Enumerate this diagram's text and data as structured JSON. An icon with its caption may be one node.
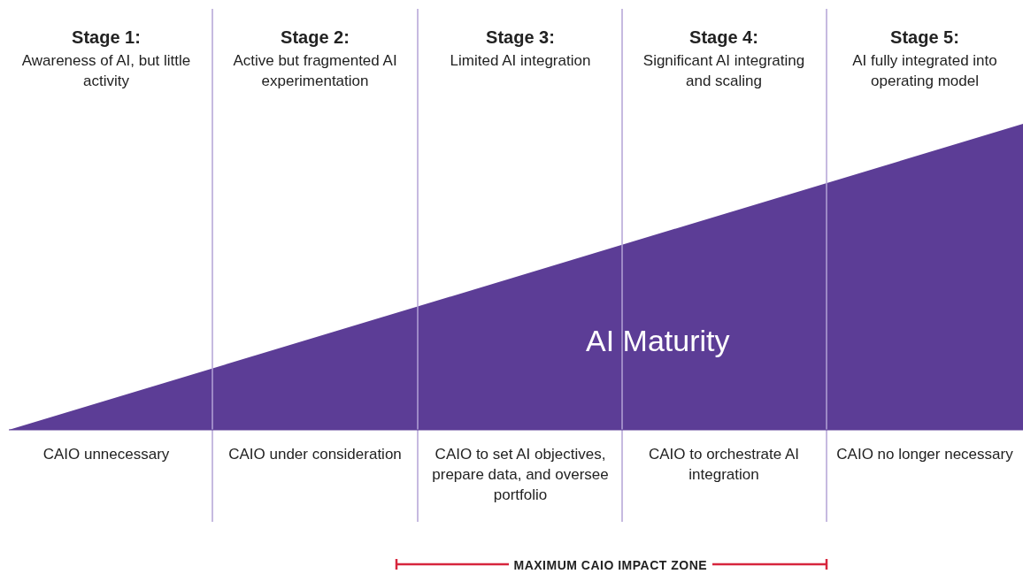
{
  "diagram": {
    "nodes": [
      {
        "text": [
          "AI Maturity"
        ]
      }
    ],
    "labels": [
      "Stage 1:",
      "Awareness of AI, but little activity",
      "Stage 2:",
      "Active but fragmented AI experimentation",
      "Stage 3:",
      "Limited AI integration",
      "Stage 4:",
      "Significant AI integrating and scaling",
      "Stage 5:",
      "AI fully integrated into operating model",
      "CAIO unnecessary",
      "CAIO under consideration",
      "CAIO to set AI objectives, prepare data, and oversee portfolio",
      "CAIO to orchestrate AI integration",
      "CAIO no longer necessary",
      "MAXIMUM CAIO IMPACT ZONE"
    ]
  }
}
